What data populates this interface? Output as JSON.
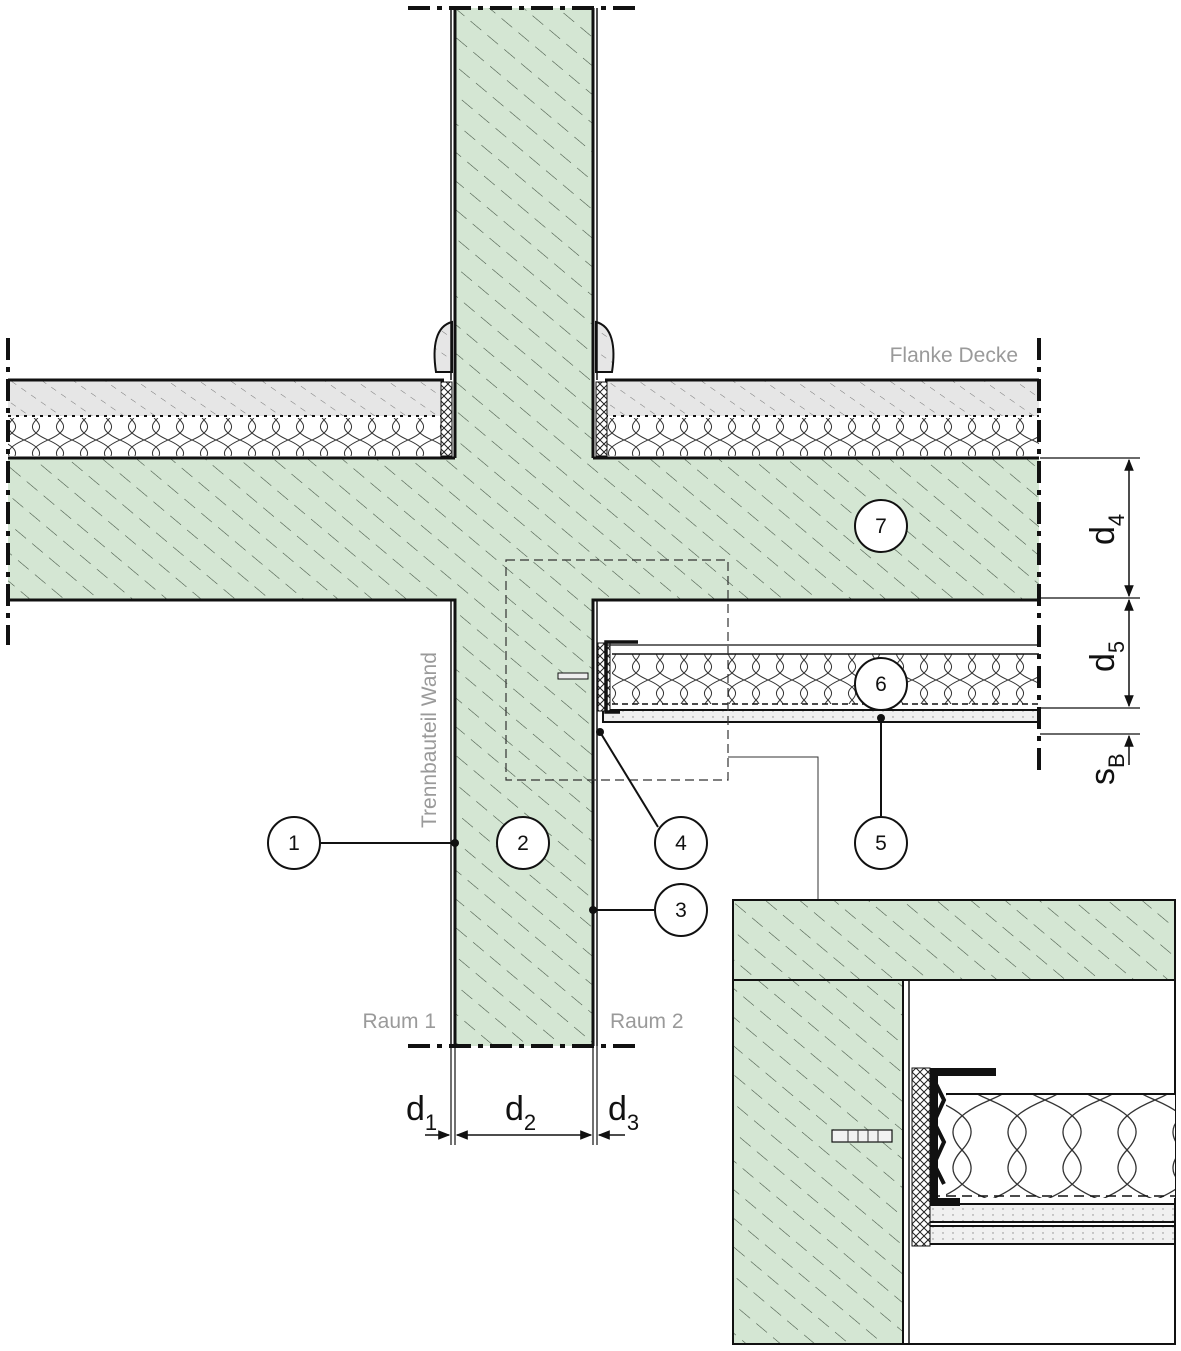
{
  "title": "",
  "labels": {
    "flank_ceiling": "Flanke Decke",
    "separating_wall": "Trennbauteil Wand",
    "room1": "Raum 1",
    "room2": "Raum 2"
  },
  "markers": [
    "1",
    "2",
    "3",
    "4",
    "5",
    "6",
    "7"
  ],
  "dimensions": {
    "d1": {
      "main": "d",
      "sub": "1"
    },
    "d2": {
      "main": "d",
      "sub": "2"
    },
    "d3": {
      "main": "d",
      "sub": "3"
    },
    "d4": {
      "main": "d",
      "sub": "4"
    },
    "d5": {
      "main": "d",
      "sub": "5"
    },
    "sB": {
      "main": "s",
      "sub": "B"
    }
  },
  "colors": {
    "concrete": "#d4e6d3",
    "screed": "#e6e6e6",
    "insulation": "#ffffff",
    "line": "#111111",
    "label_grey": "#9a9a9a"
  }
}
